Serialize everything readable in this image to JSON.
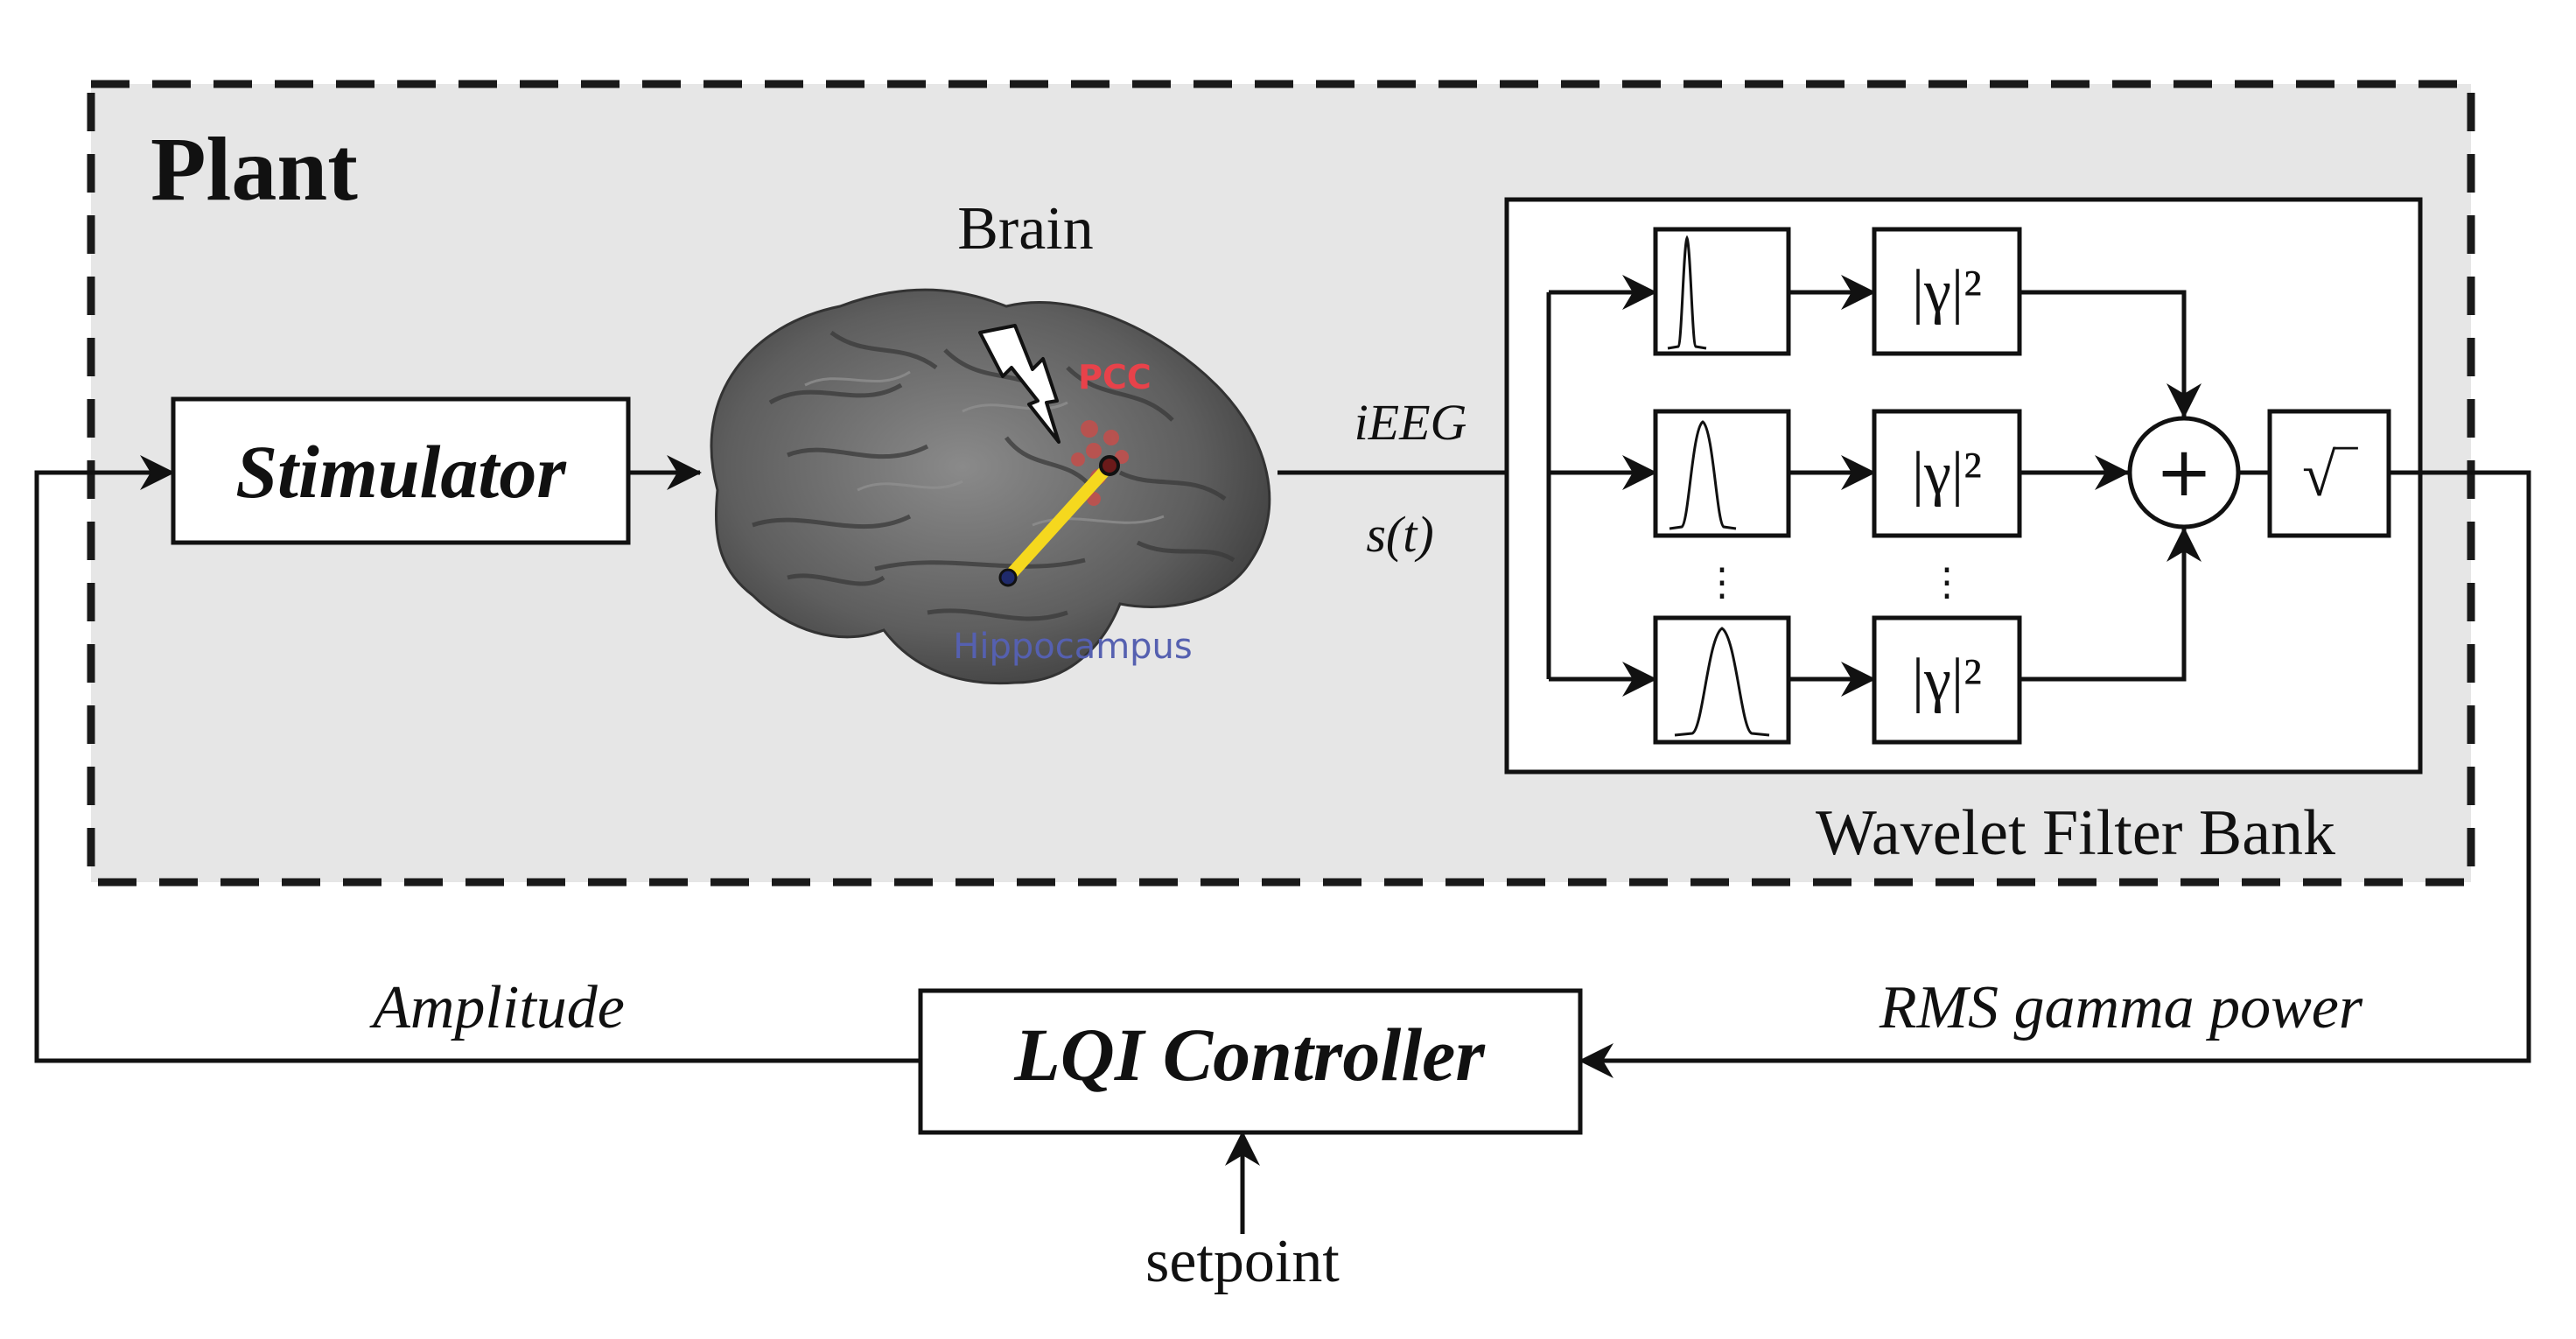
{
  "plant": {
    "title": "Plant",
    "background": "#e6e6e6"
  },
  "brain": {
    "label": "Brain",
    "region_pcc": "PCC",
    "region_hippocampus": "Hippocampus",
    "pcc_color": "#e8424a",
    "hippocampus_color": "#5560b0",
    "electrode_color": "#f5d81e"
  },
  "stimulator": {
    "label": "Stimulator"
  },
  "signal": {
    "line1": "iEEG",
    "line2": "s(t)"
  },
  "filter_bank": {
    "label": "Wavelet Filter Bank",
    "power_label": "|γ|²",
    "ellipsis": "⋮",
    "sum_symbol": "+",
    "sqrt_symbol": "√‾"
  },
  "feedback": {
    "rms_label": "RMS gamma power",
    "amplitude_label": "Amplitude"
  },
  "controller": {
    "label": "LQI Controller",
    "setpoint": "setpoint"
  }
}
